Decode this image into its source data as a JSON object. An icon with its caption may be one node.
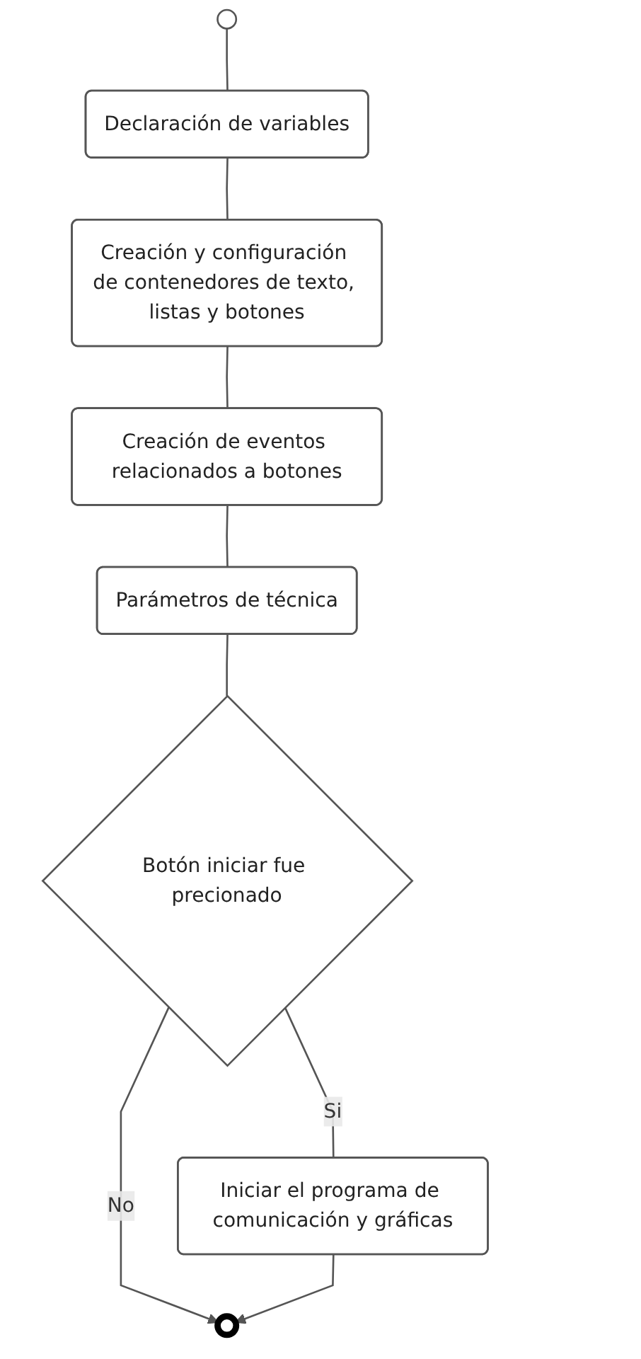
{
  "diagram": {
    "nodes": [
      {
        "text": [],
        "shape": "circle"
      },
      {
        "text": [
          "Declaración de variables"
        ]
      },
      {
        "text": [
          "Creación y configuración de contenedores de texto, listas y botones"
        ]
      },
      {
        "text": [
          "Creación de eventos relacionados a botones"
        ]
      },
      {
        "text": [
          "Parámetros de técnica"
        ]
      },
      {
        "text": [
          "Botón iniciar fue precionado"
        ]
      },
      {
        "text": [
          "Iniciar el programa de comunicación y gráficas"
        ]
      },
      {
        "text": [],
        "shape": "circle"
      }
    ],
    "edges": [
      {
        "from": 0,
        "to": 1,
        "arrow": "none"
      },
      {
        "from": 1,
        "to": 2,
        "arrow": "none"
      },
      {
        "from": 2,
        "to": 3,
        "arrow": "none"
      },
      {
        "from": 3,
        "to": 4,
        "arrow": "none"
      },
      {
        "from": 4,
        "to": 5,
        "arrow": "none"
      },
      {
        "from": 5,
        "to": 6,
        "label": "Si",
        "arrow": "none"
      },
      {
        "from": 5,
        "to": 7,
        "label": "No",
        "arrow": "to"
      },
      {
        "from": 6,
        "to": 7,
        "arrow": "to"
      }
    ]
  }
}
